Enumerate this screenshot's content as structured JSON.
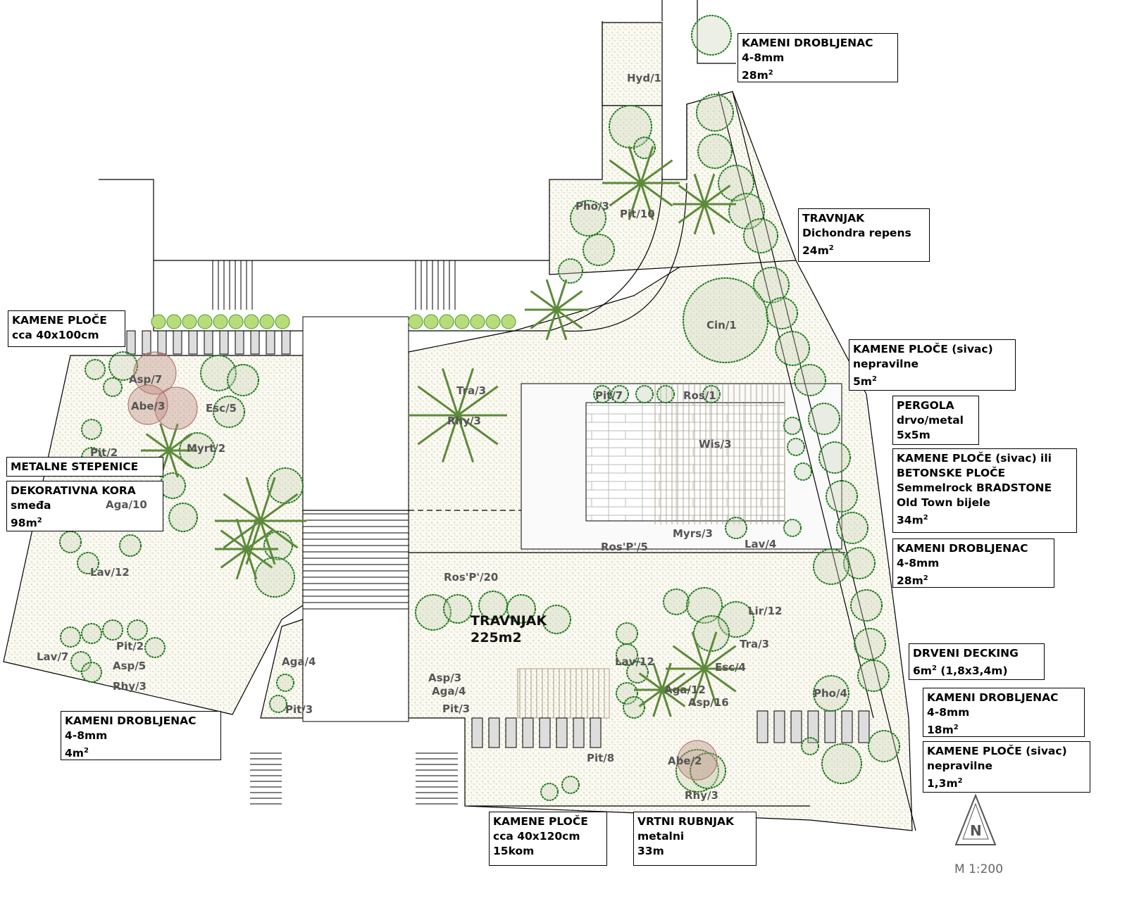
{
  "plant_labels": [
    "Hyd/1",
    "Pho/3",
    "Pit/10",
    "Cin/1",
    "Asp/7",
    "Abe/3",
    "Esc/5",
    "Myrt/2",
    "Pit/2",
    "Aga/10",
    "Lav/12",
    "Tra/3",
    "Rhy/3",
    "Pit/7",
    "Ros/1",
    "Wis/3",
    "Myrs/3",
    "Lav/4",
    "Ros'P'/5",
    "Ros'P'/20",
    "Lir/12",
    "Tra/3",
    "Lav/12",
    "Esc/4",
    "Aga/12",
    "Asp/16",
    "Pho/4",
    "Lav/7",
    "Pit/2",
    "Asp/5",
    "Rhy/3",
    "Aga/4",
    "Pit/3",
    "Asp/3",
    "Aga/4",
    "Pit/3",
    "Pit/8",
    "Abe/2",
    "Rhy/3"
  ],
  "lawn": {
    "title": "TRAVNJAK",
    "area": "225m2"
  },
  "callouts": [
    {
      "lines": [
        "KAMENI DROBLJENAC",
        "4-8mm",
        "28m"
      ],
      "sup": "2"
    },
    {
      "lines": [
        "TRAVNJAK",
        "Dichondra repens",
        "24m"
      ],
      "sup": "2"
    },
    {
      "lines": [
        "KAMENE PLOČE",
        "cca 40x100cm"
      ]
    },
    {
      "lines": [
        "KAMENE PLOČE (sivac)",
        "nepravilne",
        "5m"
      ],
      "sup": "2"
    },
    {
      "lines": [
        "PERGOLA",
        "drvo/metal",
        "5x5m"
      ]
    },
    {
      "lines": [
        "KAMENE PLOČE (sivac) ili",
        "BETONSKE PLOČE",
        "Semmelrock BRADSTONE",
        "Old Town bijele",
        "34m"
      ],
      "sup": "2"
    },
    {
      "lines": [
        "METALNE STEPENICE"
      ]
    },
    {
      "lines": [
        "DEKORATIVNA KORA",
        "smeđa",
        "98m"
      ],
      "sup": "2"
    },
    {
      "lines": [
        "KAMENI DROBLJENAC",
        "4-8mm",
        "28m"
      ],
      "sup": "2"
    },
    {
      "lines": [
        "DRVENI DECKING",
        "6m",
        "(1,8x3,4m)"
      ],
      "sup": "2"
    },
    {
      "lines": [
        "KAMENI DROBLJENAC",
        "4-8mm",
        "18m"
      ],
      "sup": "2"
    },
    {
      "lines": [
        "KAMENE PLOČE (sivac)",
        "nepravilne",
        "1,3m"
      ],
      "sup": "2"
    },
    {
      "lines": [
        "KAMENI DROBLJENAC",
        "4-8mm",
        "4m"
      ],
      "sup": "2"
    },
    {
      "lines": [
        "KAMENE PLOČE",
        "cca 40x120cm",
        "15kom"
      ]
    },
    {
      "lines": [
        "VRTNI RUBNJAK",
        "metalni",
        "33m"
      ]
    }
  ],
  "north_arrow_letter": "N",
  "scale": "M 1:200"
}
